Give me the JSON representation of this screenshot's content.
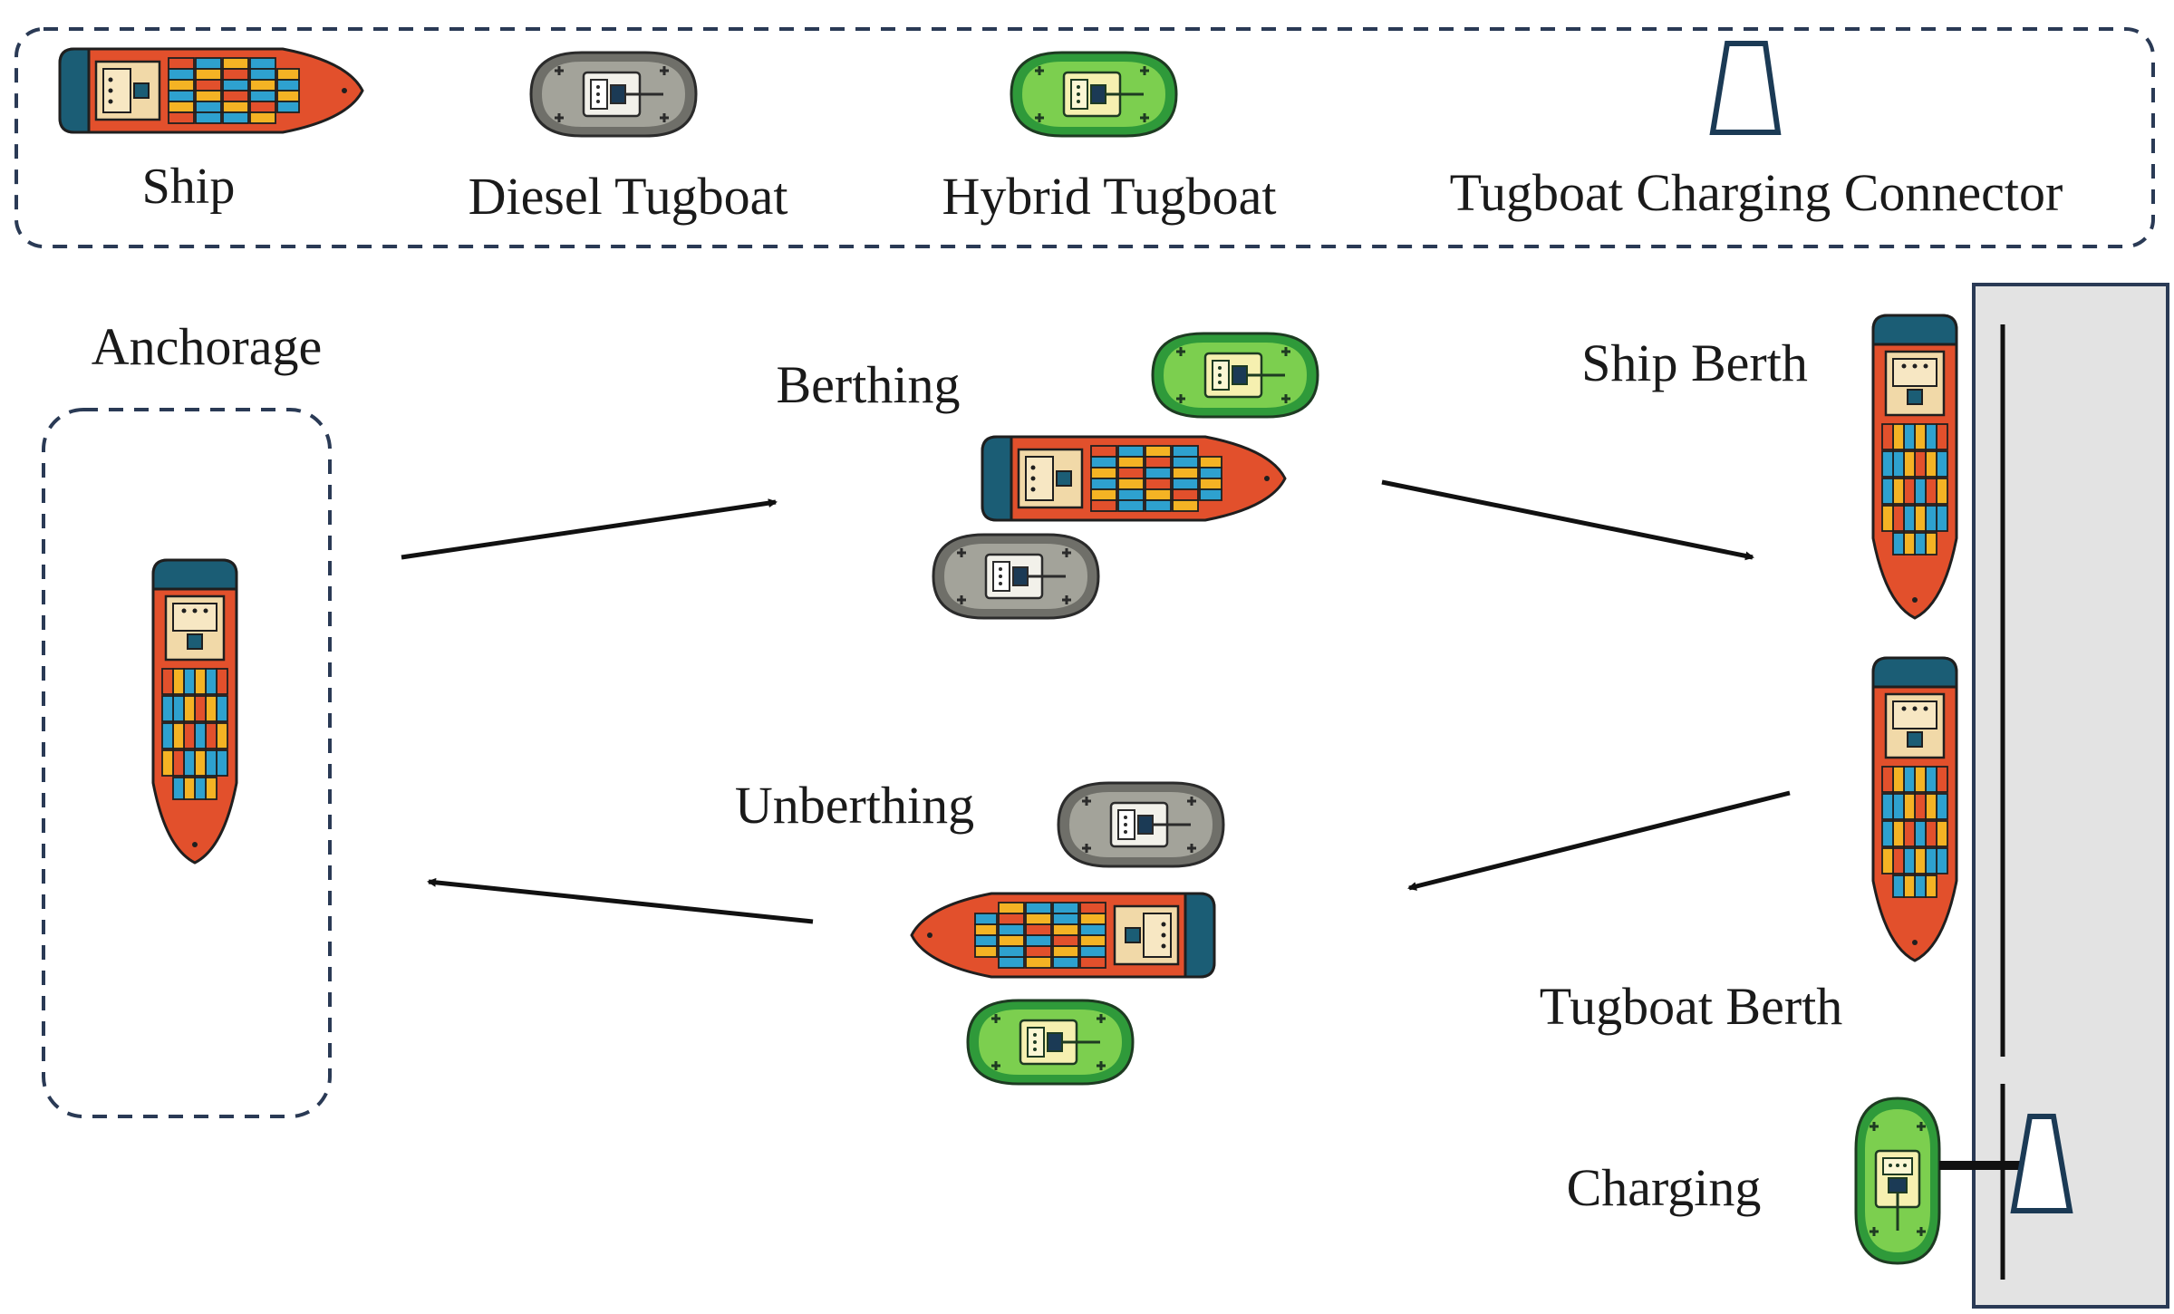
{
  "legend": {
    "ship": "Ship",
    "diesel_tugboat": "Diesel Tugboat",
    "hybrid_tugboat": "Hybrid Tugboat",
    "charging_connector": "Tugboat Charging Connector"
  },
  "labels": {
    "anchorage": "Anchorage",
    "berthing": "Berthing",
    "ship_berth": "Ship Berth",
    "unberthing": "Unberthing",
    "tugboat_berth": "Tugboat Berth",
    "charging": "Charging"
  },
  "colors": {
    "ship_hull": "#e2502c",
    "ship_bow": "#1b5d75",
    "bridge": "#f1d9a8",
    "container_blue": "#2ea1cf",
    "container_yellow": "#f4b324",
    "container_red": "#e2502c",
    "diesel_tug": "#8f8f86",
    "hybrid_tug": "#4db843",
    "outline": "#2a3a55",
    "dock": "#e3e3e3"
  },
  "icons": [
    "ship-icon",
    "diesel-tugboat-icon",
    "hybrid-tugboat-icon",
    "charging-connector-icon"
  ]
}
